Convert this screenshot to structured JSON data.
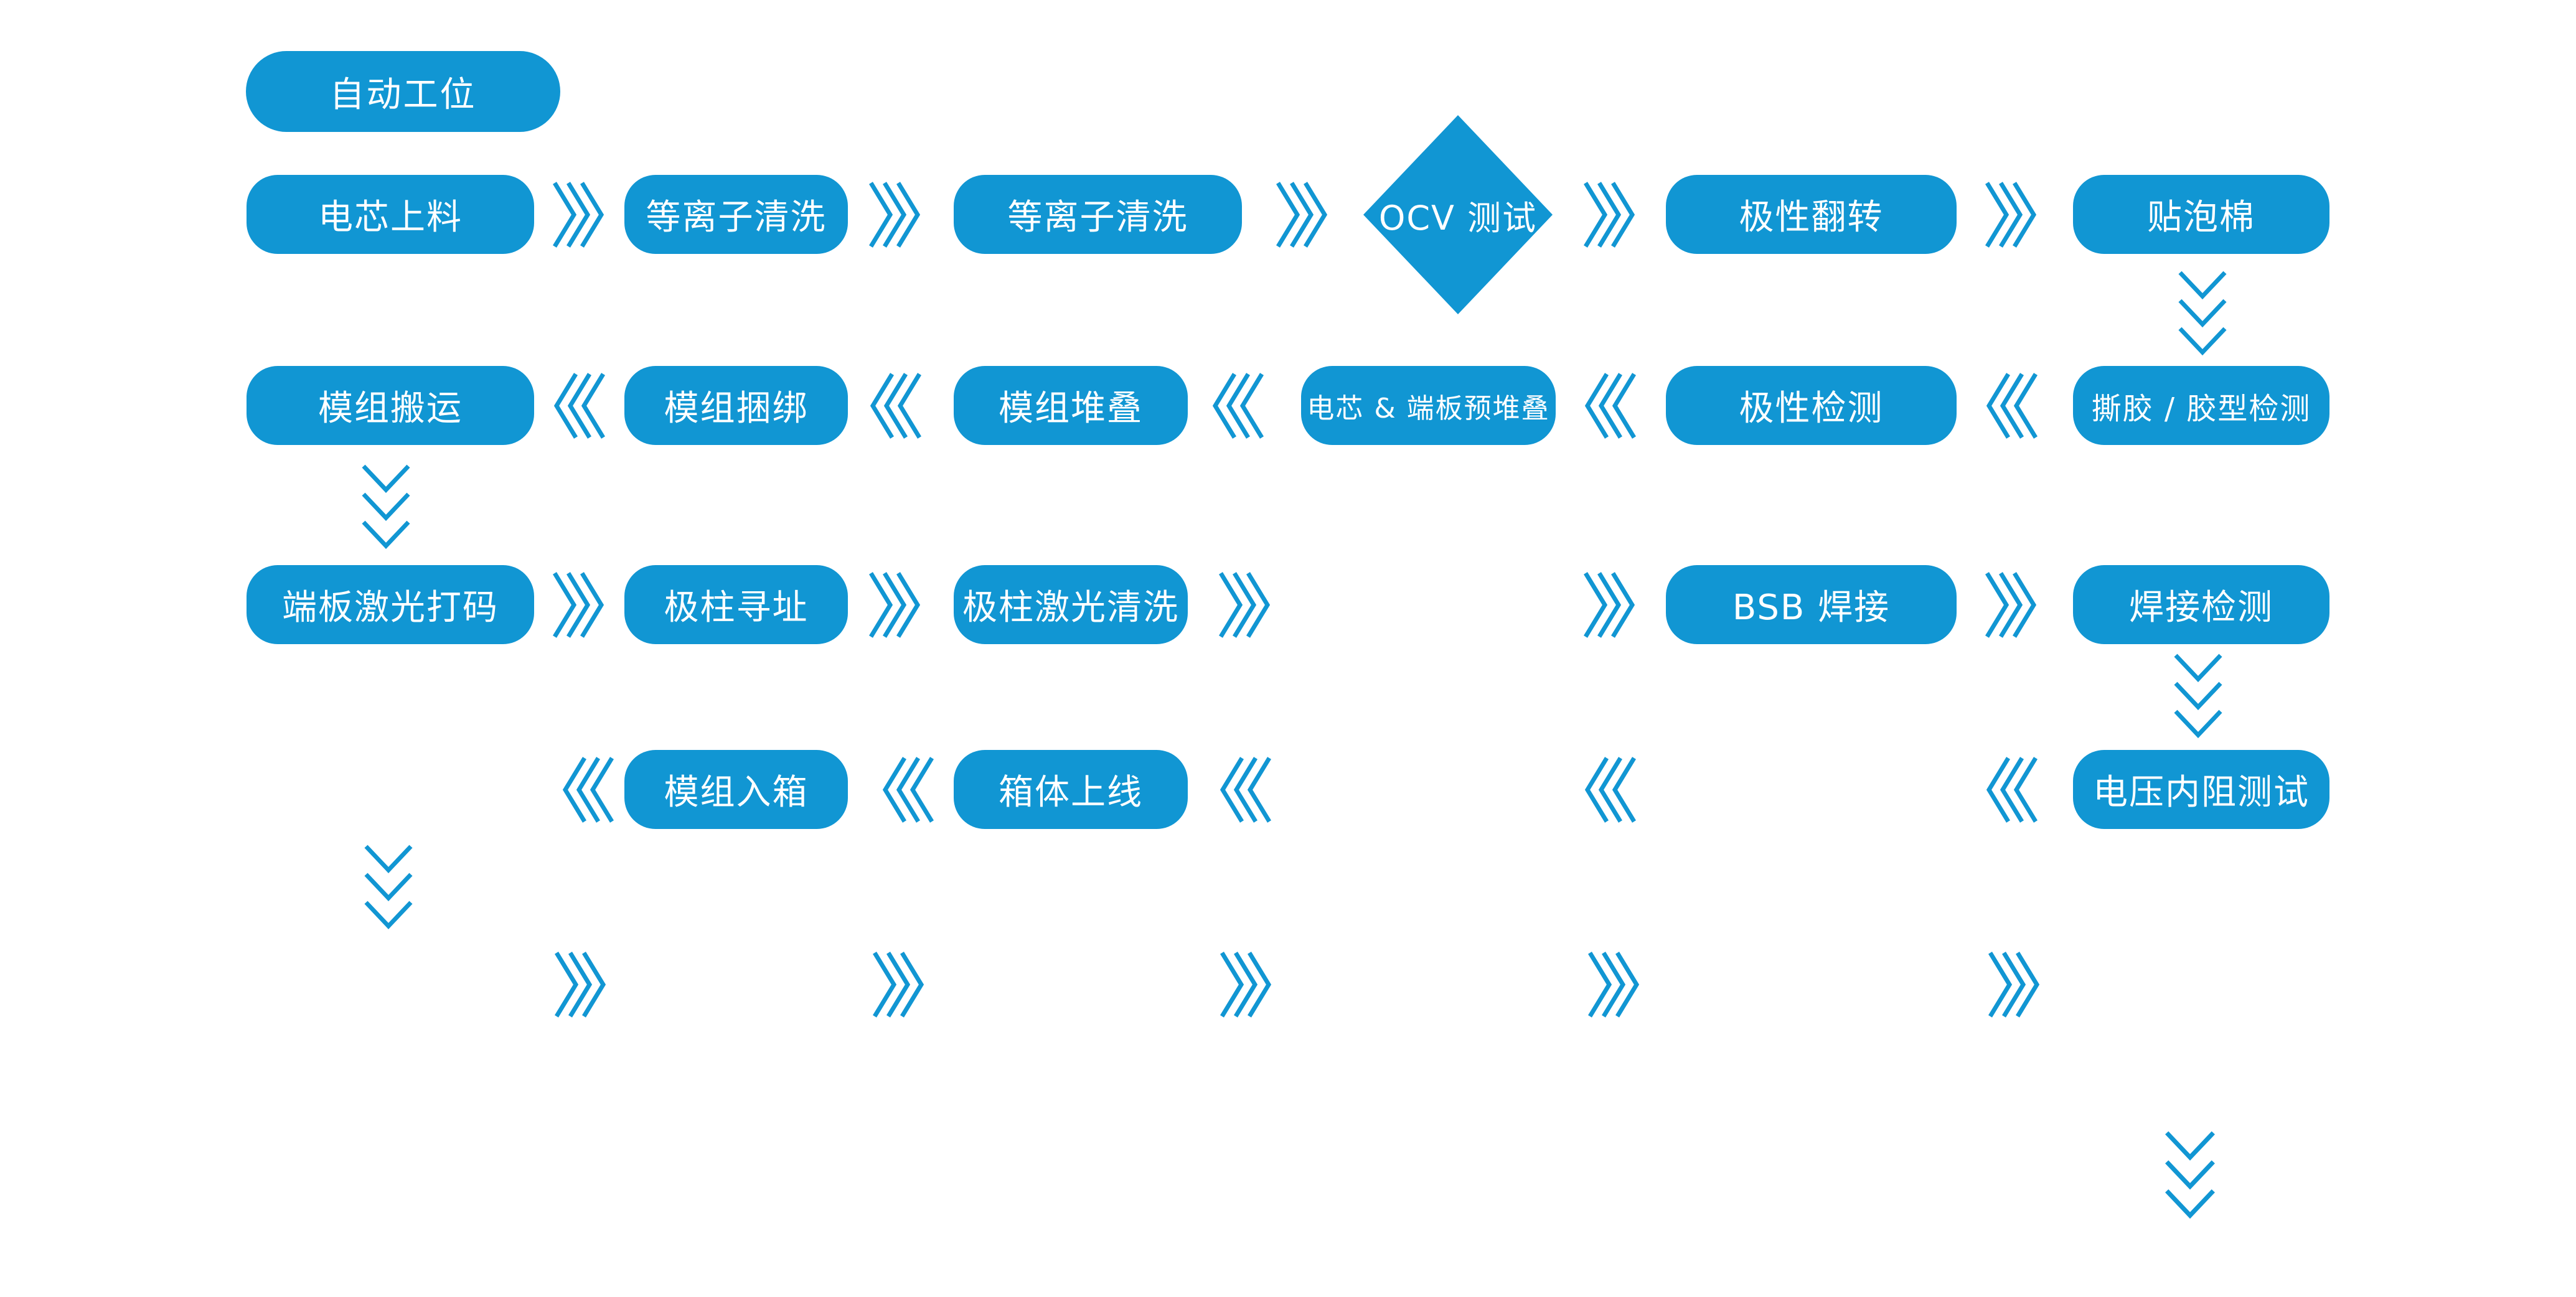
{
  "colors": {
    "primary": "#1196D3",
    "label_text": "#FFFFFF",
    "background": "#FFFFFF"
  },
  "legend": {
    "auto_station_label": "自动工位"
  },
  "stations": {
    "cell_loading": {
      "label": "电芯上料"
    },
    "plasma_cleaning_1": {
      "label": "等离子清洗"
    },
    "plasma_cleaning_2": {
      "label": "等离子清洗"
    },
    "ocv_test": {
      "label": "OCV 测试"
    },
    "polarity_flip": {
      "label": "极性翻转"
    },
    "foam_pasting": {
      "label": "贴泡棉"
    },
    "tape_peel_glue_check": {
      "label": "撕胶 / 胶型检测"
    },
    "polarity_check": {
      "label": "极性检测"
    },
    "cell_endplate_prestack": {
      "label": "电芯 & 端板预堆叠"
    },
    "module_stacking": {
      "label": "模组堆叠"
    },
    "module_strapping": {
      "label": "模组捆绑"
    },
    "module_transfer": {
      "label": "模组搬运"
    },
    "endplate_laser_marking": {
      "label": "端板激光打码"
    },
    "pole_addressing": {
      "label": "极柱寻址"
    },
    "pole_laser_cleaning": {
      "label": "极柱激光清洗"
    },
    "bsb_welding": {
      "label": "BSB 焊接"
    },
    "welding_inspection": {
      "label": "焊接检测"
    },
    "module_into_box": {
      "label": "模组入箱"
    },
    "box_loading": {
      "label": "箱体上线"
    },
    "voltage_ir_test": {
      "label": "电压内阻测试"
    }
  }
}
